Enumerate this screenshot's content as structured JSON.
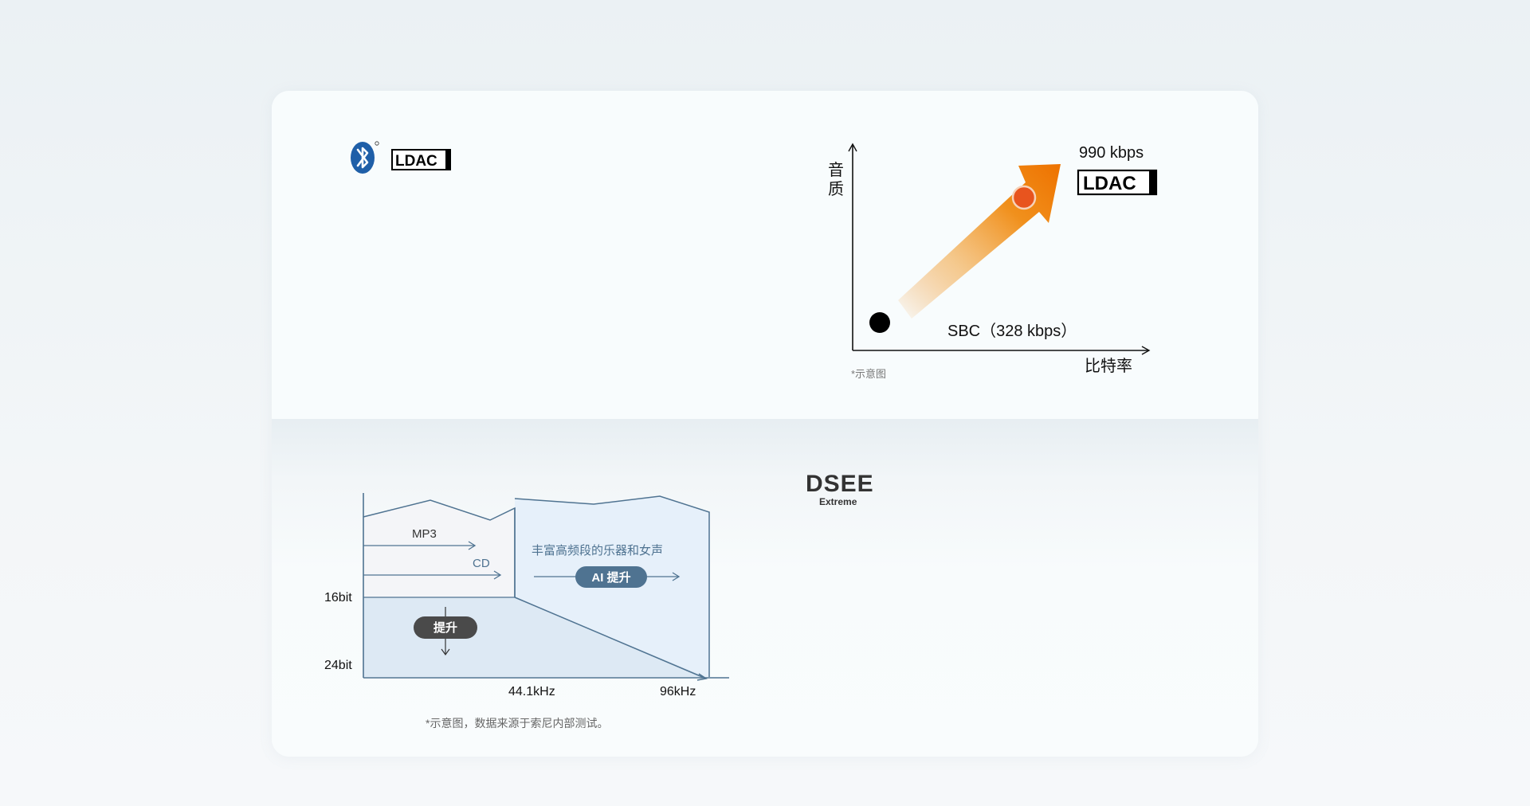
{
  "ldac_section": {
    "logo_text": "LDAC",
    "chart": {
      "y_axis_label_line1": "音",
      "y_axis_label_line2": "质",
      "x_axis_label": "比特率",
      "high_rate_label": "990 kbps",
      "high_logo_text": "LDAC",
      "low_rate_label": "SBC（328 kbps）",
      "footnote": "*示意图",
      "arrow_color": "#f07d00",
      "high_point_color": "#e8541e",
      "low_point_color": "#000000"
    }
  },
  "dsee_section": {
    "logo_title": "DSEE",
    "logo_subtitle": "Extreme",
    "chart": {
      "mp3_label": "MP3",
      "cd_label": "CD",
      "enrich_label": "丰富高频段的乐器和女声",
      "ai_badge": "AI 提升",
      "up_badge": "提升",
      "bit16_label": "16bit",
      "bit24_label": "24bit",
      "freq_441_label": "44.1kHz",
      "freq_96_label": "96kHz",
      "footnote": "*示意图，数据来源于索尼内部测试。",
      "accent_color": "#4f7391",
      "fill_color": "#e4eef7",
      "badge_color": "#4f7391",
      "up_badge_color": "#4a4a4a"
    }
  }
}
